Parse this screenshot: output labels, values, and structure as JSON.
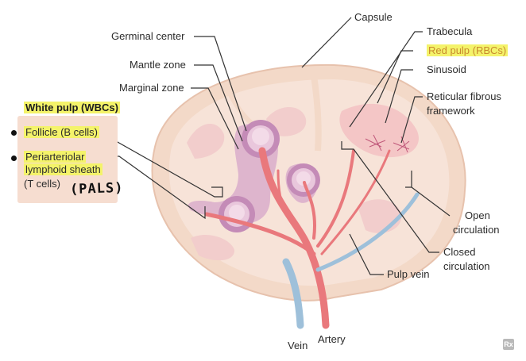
{
  "labels": {
    "capsule": "Capsule",
    "germinal_center": "Germinal center",
    "trabecula": "Trabecula",
    "mantle_zone": "Mantle zone",
    "red_pulp": "Red pulp (RBCs)",
    "sinusoid": "Sinusoid",
    "marginal_zone": "Marginal zone",
    "reticular_fibrous_framework_line1": "Reticular fibrous",
    "reticular_fibrous_framework_line2": "framework",
    "white_pulp": "White pulp (WBCs)",
    "follicle": "Follicle (B cells)",
    "pals_line1": "Periarteriolar",
    "pals_line2": "lymphoid sheath",
    "pals_line3": "(T cells)",
    "pals_handwritten": "(PALS)",
    "open_circulation_line1": "Open",
    "open_circulation_line2": "circulation",
    "closed_circulation_line1": "Closed",
    "closed_circulation_line2": "circulation",
    "pulp_vein": "Pulp vein",
    "vein": "Vein",
    "artery": "Artery",
    "logo": "Rx"
  },
  "colors": {
    "highlight": "#f4f36a",
    "capsule_fill": "#f3d9c8",
    "red_pulp_fill": "#f4c6c6",
    "white_pulp_fill": "#d6a6c9",
    "artery": "#e9787c",
    "vein": "#9ec0da"
  }
}
